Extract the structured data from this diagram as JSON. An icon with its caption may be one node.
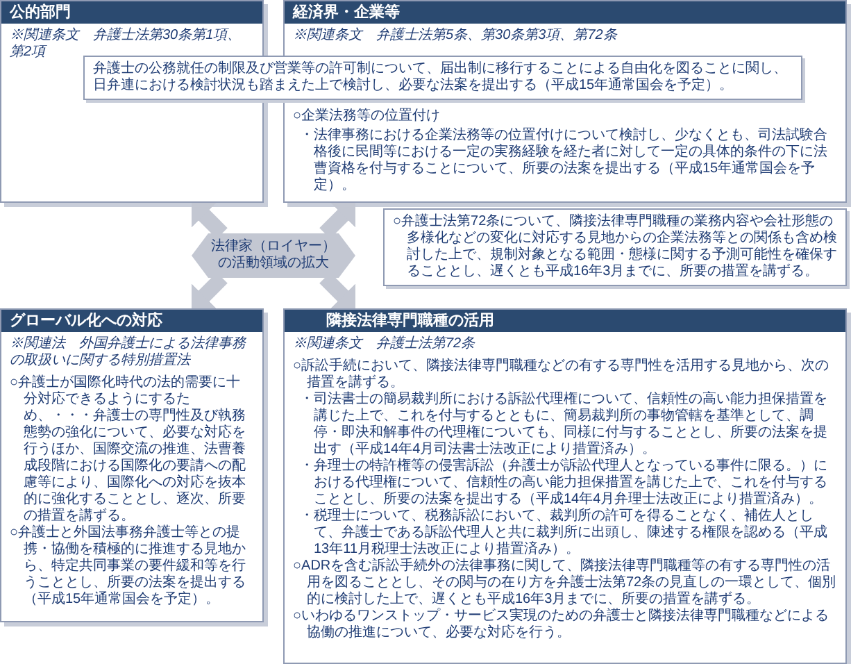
{
  "diagram": {
    "nodes": [
      {
        "text": [
          "公的部門",
          "※関連条文　弁護士法第30条第1項、第2項"
        ]
      },
      {
        "text": [
          "経済界・企業等",
          "※関連条文　弁護士法第5条、第30条第3項、第72条",
          "○企業法務等の位置付け",
          "・法律事務における企業法務等の位置付けについて検討し、少なくとも、司法試験合格後に民間等における一定の実務経験を経た者に対して一定の具体的条件の下に法曹資格を付与することについて、所要の法案を提出する（平成15年通常国会を予定）。"
        ]
      },
      {
        "text": [
          "弁護士の公務就任の制限及び営業等の許可制について、届出制に移行することによる自由化を図ることに関し、日弁連における検討状況も踏まえた上で検討し、必要な法案を提出する（平成15年通常国会を予定）。"
        ]
      },
      {
        "text": [
          "○弁護士法第72条について、隣接法律専門職種の業務内容や会社形態の多様化などの変化に対応する見地からの企業法務等との関係も含め検討した上で、規制対象となる範囲・態様に関する予測可能性を確保することとし、遅くとも平成16年3月までに、所要の措置を講ずる。"
        ]
      },
      {
        "text": [
          "法律家（ロイヤー）の活動領域の拡大"
        ]
      },
      {
        "text": [
          "グローバル化への対応",
          "※関連法　外国弁護士による法律事務の取扱いに関する特別措置法",
          "○弁護士が国際化時代の法的需要に十分対応できるようにするため、・・・弁護士の専門性及び執務態勢の強化について、必要な対応を行うほか、国際交流の推進、法曹養成段階における国際化の要請への配慮等により、国際化への対応を抜本的に強化することとし、逐次、所要の措置を講ずる。",
          "○弁護士と外国法事務弁護士等との提携・協働を積極的に推進する見地から、特定共同事業の要件緩和等を行うこととし、所要の法案を提出する（平成15年通常国会を予定）。"
        ]
      },
      {
        "text": [
          "隣接法律専門職種の活用",
          "※関連条文　弁護士法第72条",
          "○訴訟手続において、隣接法律専門職種などの有する専門性を活用する見地から、次の措置を講ずる。",
          "・司法書士の簡易裁判所における訴訟代理権について、信頼性の高い能力担保措置を講じた上で、これを付与するとともに、簡易裁判所の事物管轄を基準として、調停・即決和解事件の代理権についても、同様に付与することとし、所要の法案を提出す（平成14年4月司法書士法改正により措置済み）。",
          "・弁理士の特許権等の侵害訴訟（弁護士が訴訟代理人となっている事件に限る。）における代理権について、信頼性の高い能力担保措置を講じた上で、これを付与することとし、所要の法案を提出する（平成14年4月弁理士法改正により措置済み）。",
          "・税理士について、税務訴訟において、裁判所の許可を得ることなく、補佐人として、弁護士である訴訟代理人と共に裁判所に出頭し、陳述する権限を認める（平成13年11月税理士法改正により措置済み）。",
          "○ADRを含む訴訟手続外の法律事務に関して、隣接法律専門職種等の有する専門性の活用を図ることとし、その関与の在り方を弁護士法第72条の見直しの一環として、個別的に検討した上で、遅くとも平成16年3月までに、所要の措置を講ずる。",
          "○いわゆるワンストップ・サービス実現のための弁護士と隣接法律専門職種などによる協働の推進について、必要な対応を行う。"
        ]
      }
    ],
    "edges": [
      {
        "from": 4,
        "to": 0,
        "arrow": "to"
      },
      {
        "from": 4,
        "to": 1,
        "arrow": "to"
      },
      {
        "from": 4,
        "to": 5,
        "arrow": "to"
      },
      {
        "from": 4,
        "to": 6,
        "arrow": "to"
      }
    ]
  }
}
